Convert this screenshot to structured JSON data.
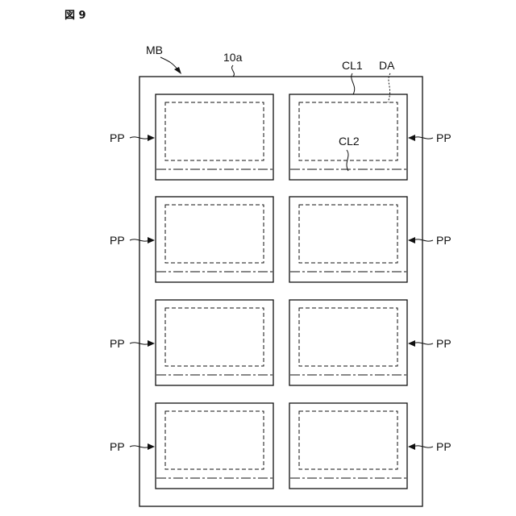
{
  "figure_label": "図 9",
  "labels": {
    "mother_board": "MB",
    "substrate": "10a",
    "cut_line_1": "CL1",
    "display_area": "DA",
    "cut_line_2": "CL2",
    "panel": "PP"
  },
  "panels": {
    "rows": 4,
    "columns": 2
  }
}
